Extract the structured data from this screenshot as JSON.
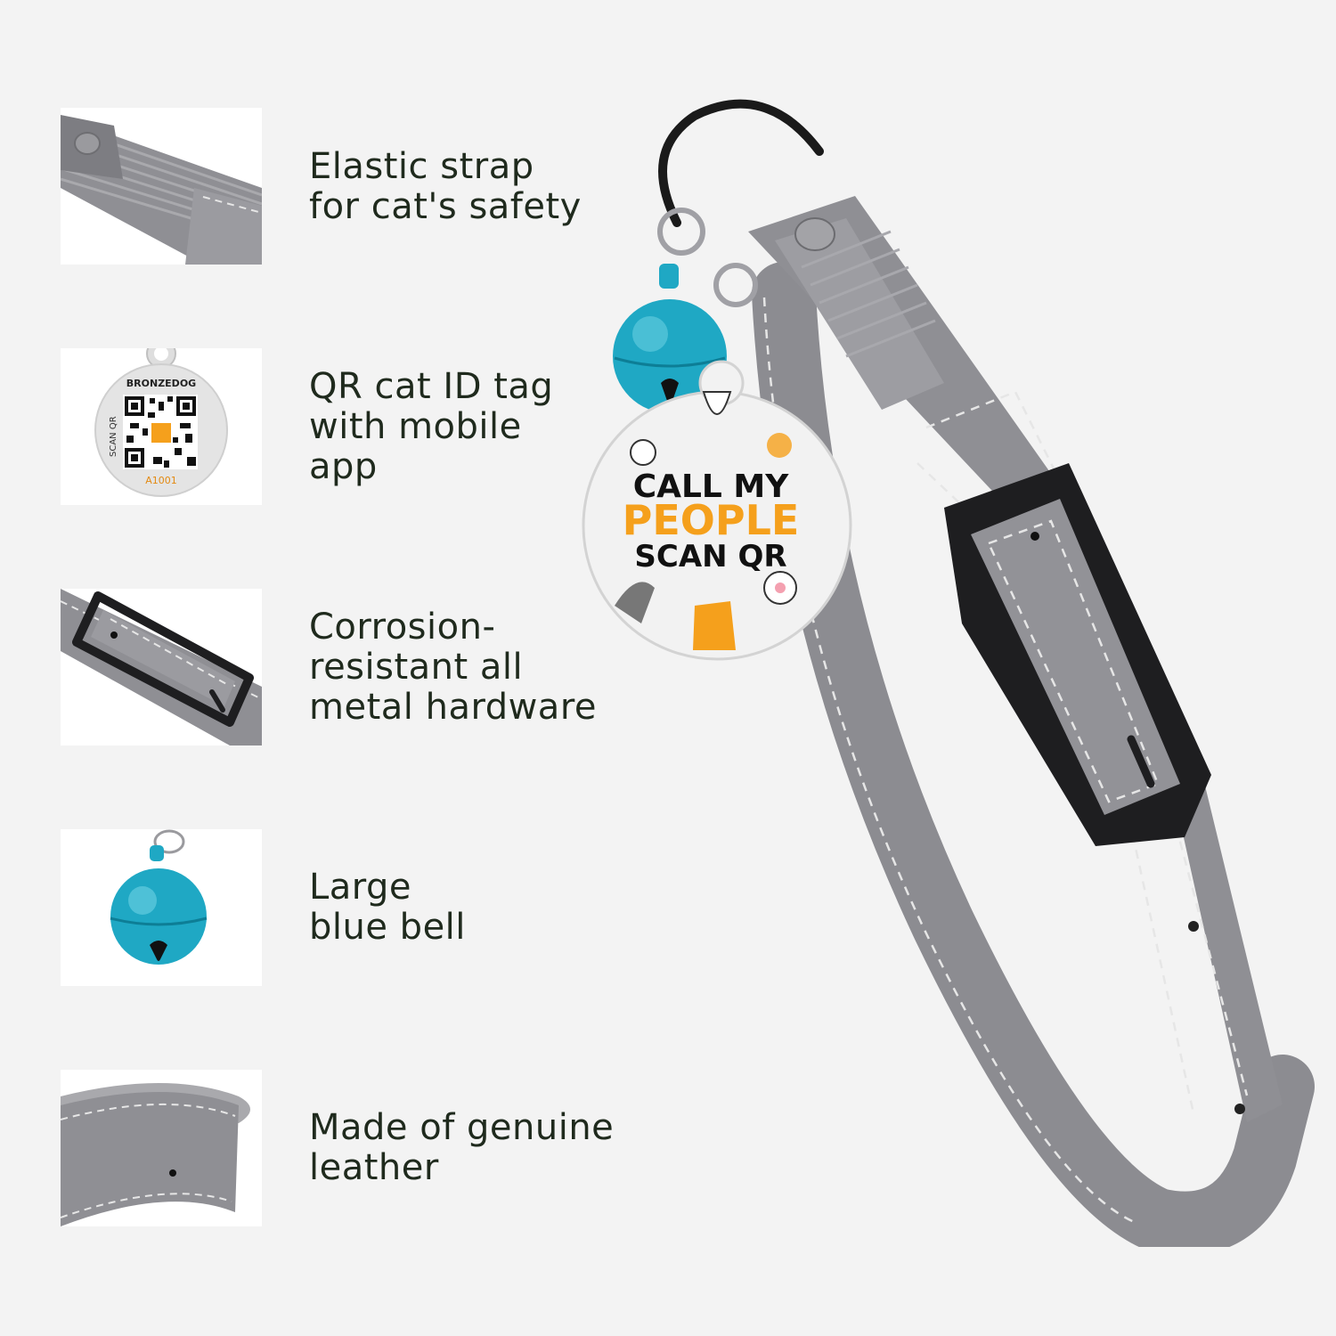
{
  "features": [
    {
      "lines": [
        "Elastic strap",
        "for cat's safety"
      ],
      "icon": "elastic-strap-thumbnail"
    },
    {
      "lines": [
        "QR cat ID tag",
        "with mobile",
        "app"
      ],
      "icon": "qr-tag-thumbnail"
    },
    {
      "lines": [
        "Corrosion-",
        "resistant all",
        "metal hardware"
      ],
      "icon": "buckle-thumbnail"
    },
    {
      "lines": [
        "Large",
        "blue bell"
      ],
      "icon": "blue-bell-thumbnail"
    },
    {
      "lines": [
        "Made of genuine",
        "leather"
      ],
      "icon": "leather-strap-thumbnail"
    }
  ],
  "qr_tag_thumb": {
    "brand": "BRONZEDOG",
    "side_text": "SCAN QR",
    "code": "A1001"
  },
  "main_tag": {
    "line1": "CALL MY",
    "line2": "PEOPLE",
    "line3": "SCAN QR"
  },
  "colors": {
    "background": "#f3f3f3",
    "strap": "#8e8e93",
    "stitch": "#e6e6e6",
    "buckle": "#1e1e20",
    "bell": "#1fa8c4",
    "accent_orange": "#f5a01c",
    "text": "#1f2a1d"
  }
}
